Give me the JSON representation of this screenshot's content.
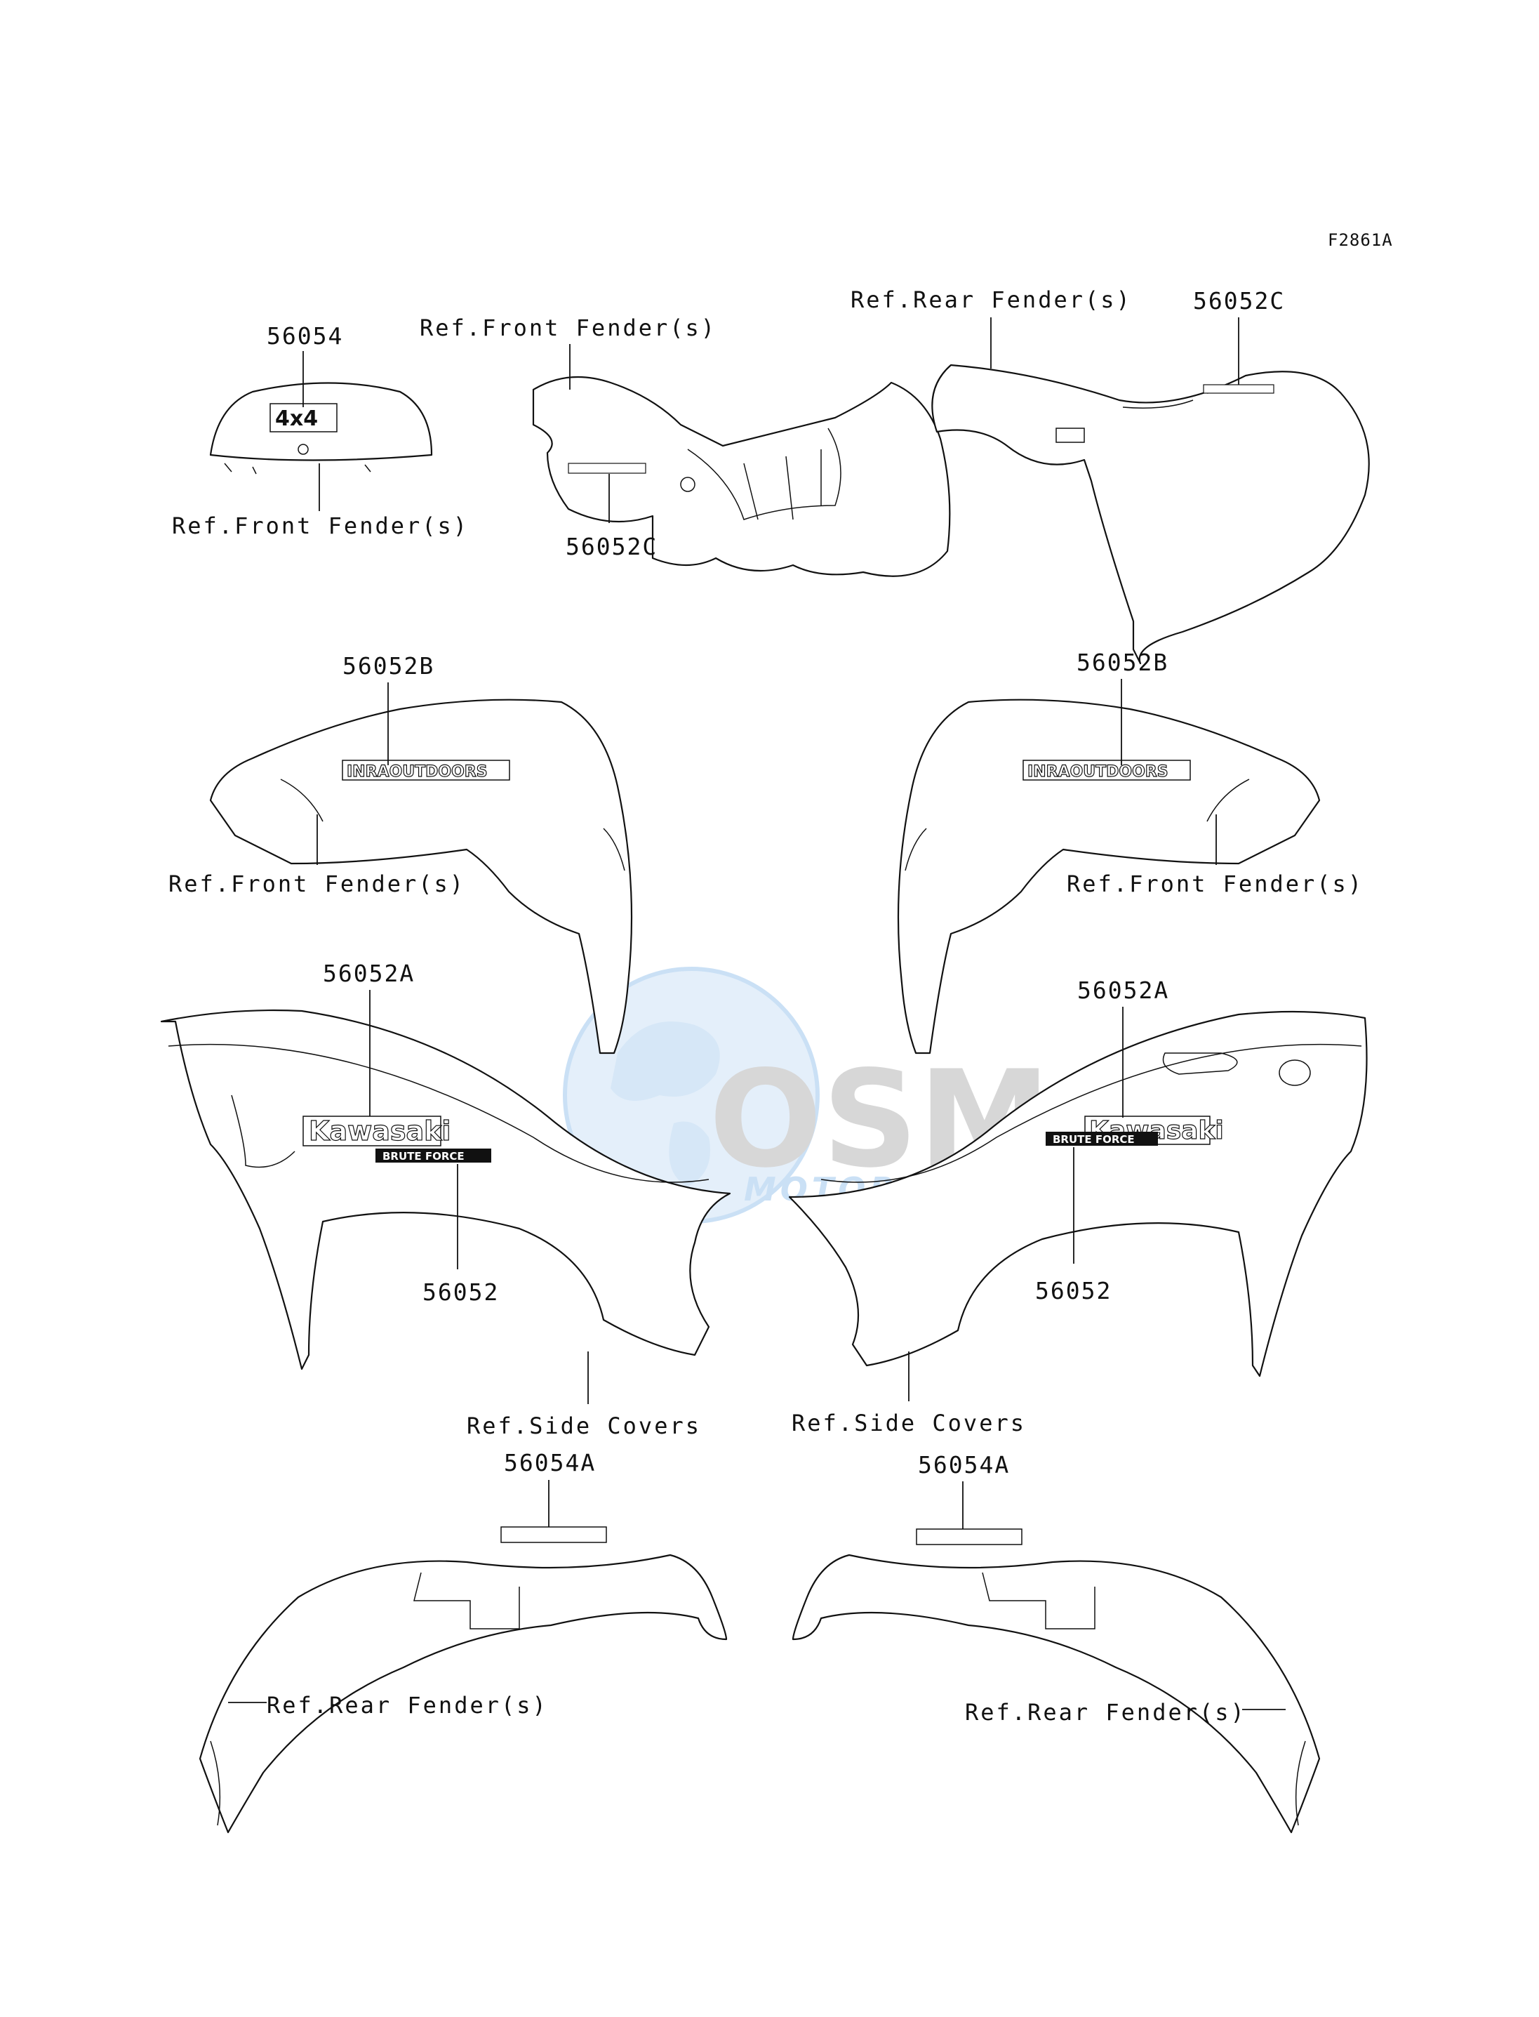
{
  "figure_id": "F2861A",
  "parts": {
    "p56054": "56054",
    "p56052C_left": "56052C",
    "p56052C_right": "56052C",
    "p56052B_left": "56052B",
    "p56052B_right": "56052B",
    "p56052A_left": "56052A",
    "p56052A_right": "56052A",
    "p56052_left": "56052",
    "p56052_right": "56052",
    "p56054A_left": "56054A",
    "p56054A_right": "56054A"
  },
  "references": {
    "front_fender_top": "Ref.Front Fender(s)",
    "front_fender_small": "Ref.Front Fender(s)",
    "rear_fender_top": "Ref.Rear Fender(s)",
    "front_fender_left": "Ref.Front Fender(s)",
    "front_fender_right": "Ref.Front Fender(s)",
    "side_covers_left": "Ref.Side Covers",
    "side_covers_right": "Ref.Side Covers",
    "rear_fender_left": "Ref.Rear Fender(s)",
    "rear_fender_right": "Ref.Rear Fender(s)"
  },
  "decals": {
    "kawasaki": "Kawasaki",
    "brute_force": "BRUTE FORCE",
    "outdoors": "INRAOUTDOORS",
    "badge": "4x4"
  },
  "watermark": {
    "brand": "OSM",
    "sub": "MOTORPARTS",
    "color": "#9fc8ee"
  }
}
